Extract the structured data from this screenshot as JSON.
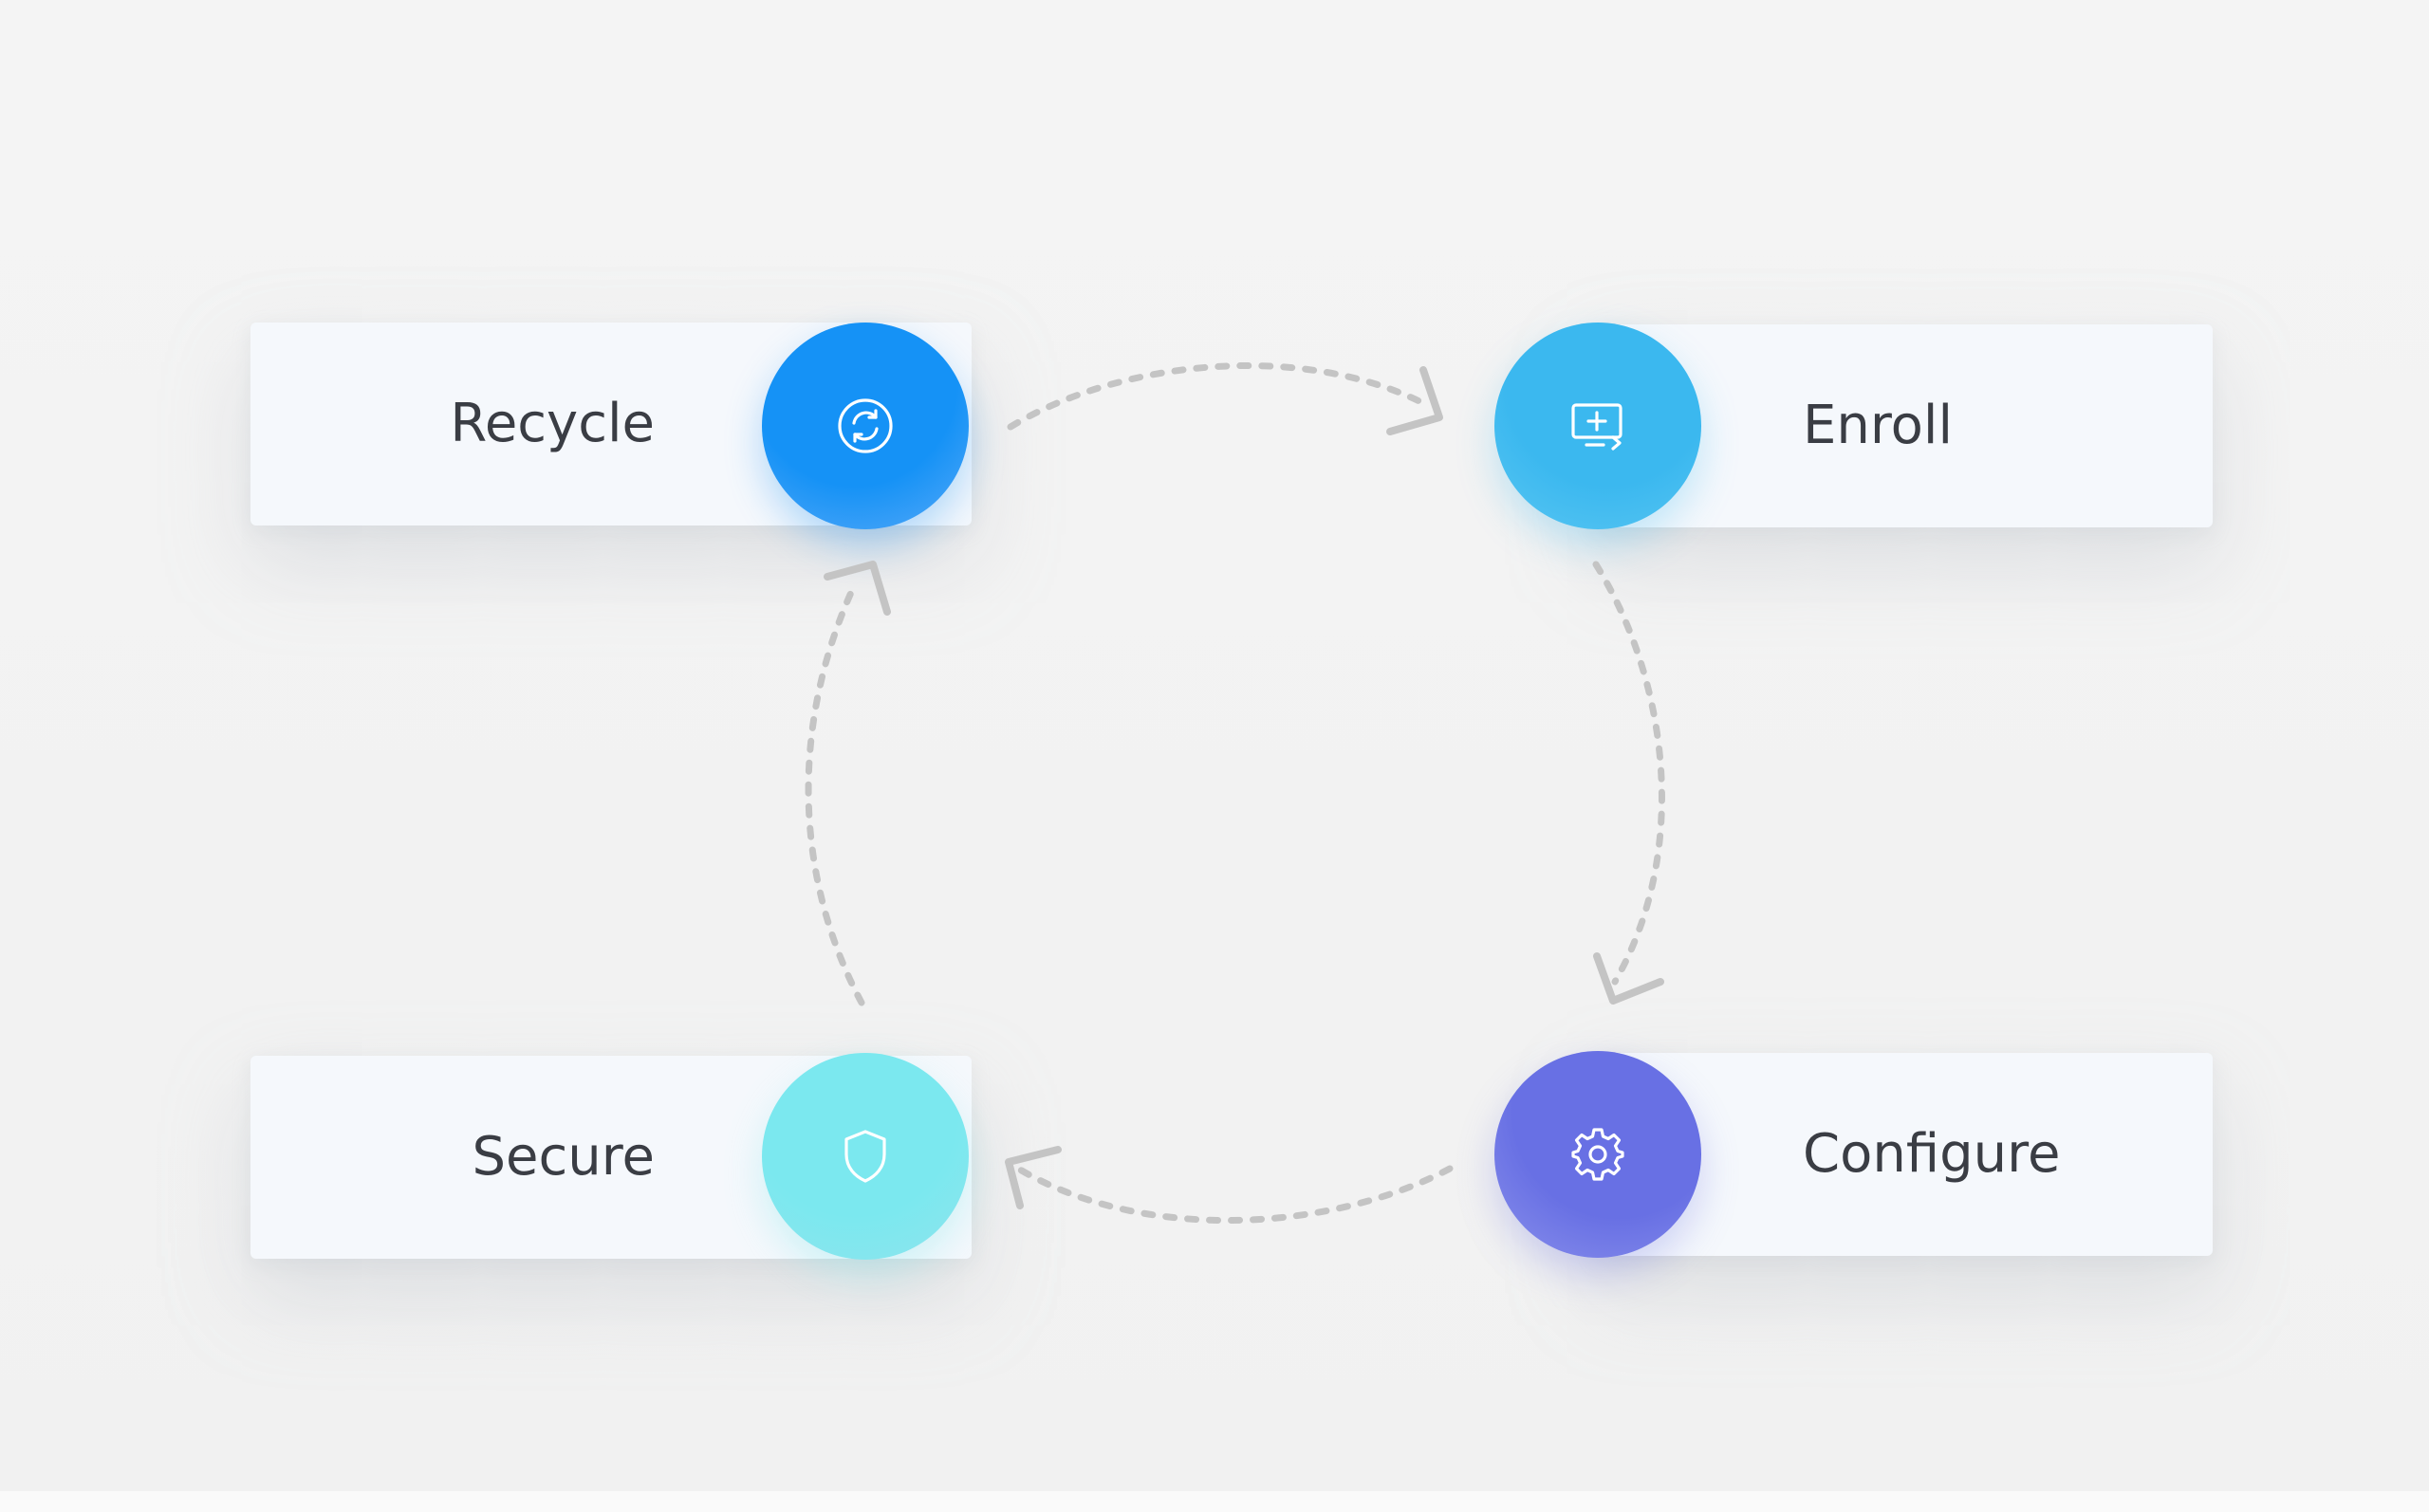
{
  "diagram": {
    "steps": [
      {
        "id": "recycle",
        "label": "Recycle",
        "icon": "refresh-icon",
        "color": "#1490f5"
      },
      {
        "id": "enroll",
        "label": "Enroll",
        "icon": "monitor-add-icon",
        "color": "#3bb8ef"
      },
      {
        "id": "configure",
        "label": "Configure",
        "icon": "gear-icon",
        "color": "#6870e4"
      },
      {
        "id": "secure",
        "label": "Secure",
        "icon": "shield-icon",
        "color": "#76e4ec"
      }
    ],
    "arrow_color": "#c4c4c4"
  }
}
